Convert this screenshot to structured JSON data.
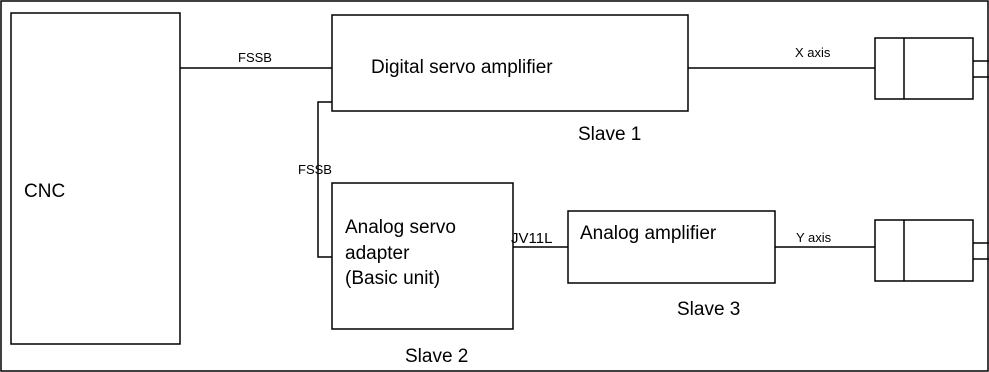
{
  "nodes": {
    "cnc": "CNC",
    "digital_servo_amp": "Digital servo amplifier",
    "analog_servo_adapter": [
      "Analog servo",
      "adapter",
      "(Basic unit)"
    ],
    "analog_amplifier": "Analog amplifier"
  },
  "slaves": {
    "slave1": "Slave 1",
    "slave2": "Slave 2",
    "slave3": "Slave 3"
  },
  "links": {
    "fssb_top": "FSSB",
    "fssb_vertical": "FSSB",
    "jv11l": "JV11L",
    "x_axis": "X axis",
    "y_axis": "Y axis"
  }
}
